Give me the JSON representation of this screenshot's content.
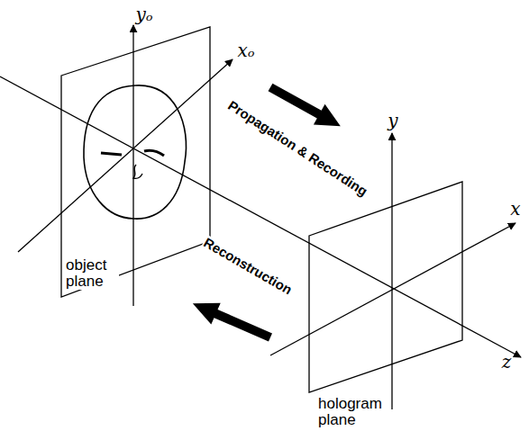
{
  "diagram": {
    "labels": [
      "yₒ",
      "xₒ",
      "Propagation & Recording",
      "Reconstruction",
      "object plane",
      "y",
      "x",
      "z",
      "hologram plane"
    ]
  }
}
